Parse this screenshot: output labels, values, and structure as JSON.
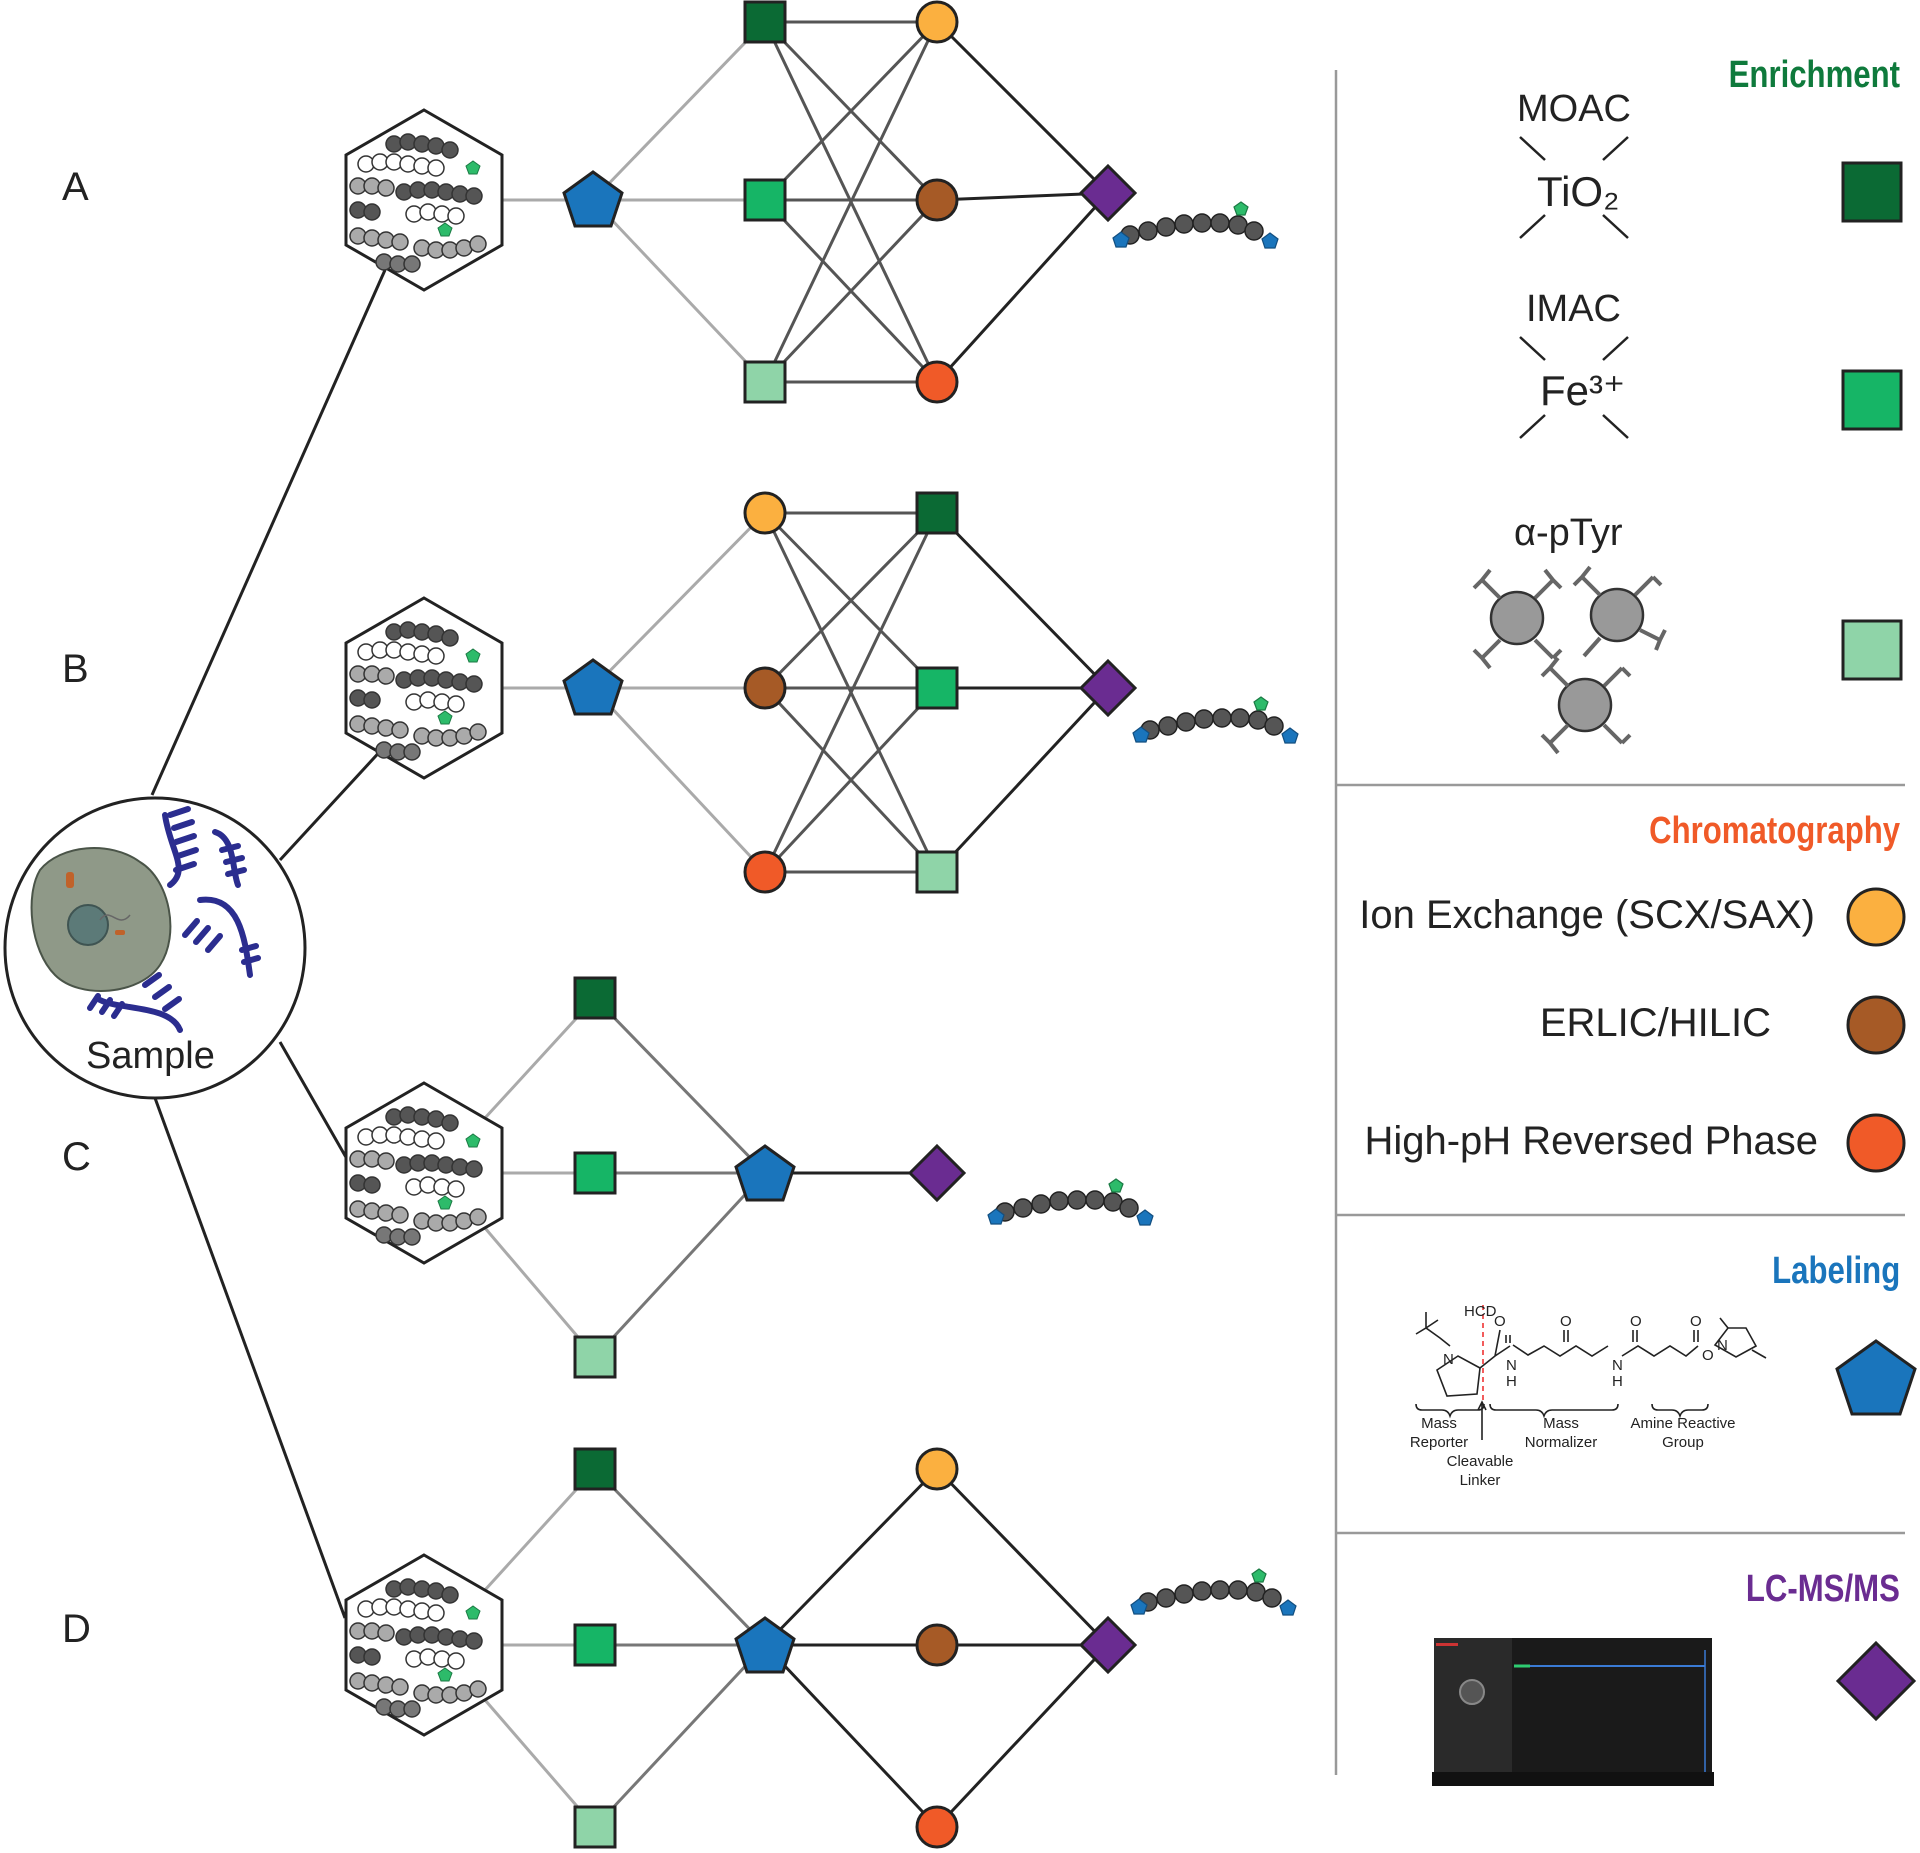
{
  "rows": [
    "A",
    "B",
    "C",
    "D"
  ],
  "sample_label": "Sample",
  "legend": {
    "enrichment": {
      "heading": "Enrichment",
      "color": "#0f7a3c",
      "items": [
        {
          "name": "MOAC",
          "formula": "TiO₂",
          "color": "#0b6a34"
        },
        {
          "name": "IMAC",
          "formula": "Fe³⁺",
          "color": "#16b566"
        },
        {
          "name": "α-pTyr",
          "color": "#8fd4a8"
        }
      ]
    },
    "chromatography": {
      "heading": "Chromatography",
      "color": "#f05a28",
      "items": [
        {
          "name": "Ion Exchange (SCX/SAX)",
          "color": "#fbb040"
        },
        {
          "name": "ERLIC/HILIC",
          "color": "#a65a26"
        },
        {
          "name": "High-pH Reversed Phase",
          "color": "#f05a28"
        }
      ]
    },
    "labeling": {
      "heading": "Labeling",
      "color": "#1a75bc",
      "structure_labels": {
        "hcd": "HCD",
        "mass_reporter": "Mass Reporter",
        "cleavable_linker": "Cleavable Linker",
        "mass_normalizer": "Mass Normalizer",
        "amine_reactive": "Amine Reactive Group",
        "n": "N",
        "o": "O",
        "h": "H"
      }
    },
    "lcms": {
      "heading": "LC-MS/MS",
      "color": "#6a2c91"
    }
  },
  "phospho_label": "P"
}
